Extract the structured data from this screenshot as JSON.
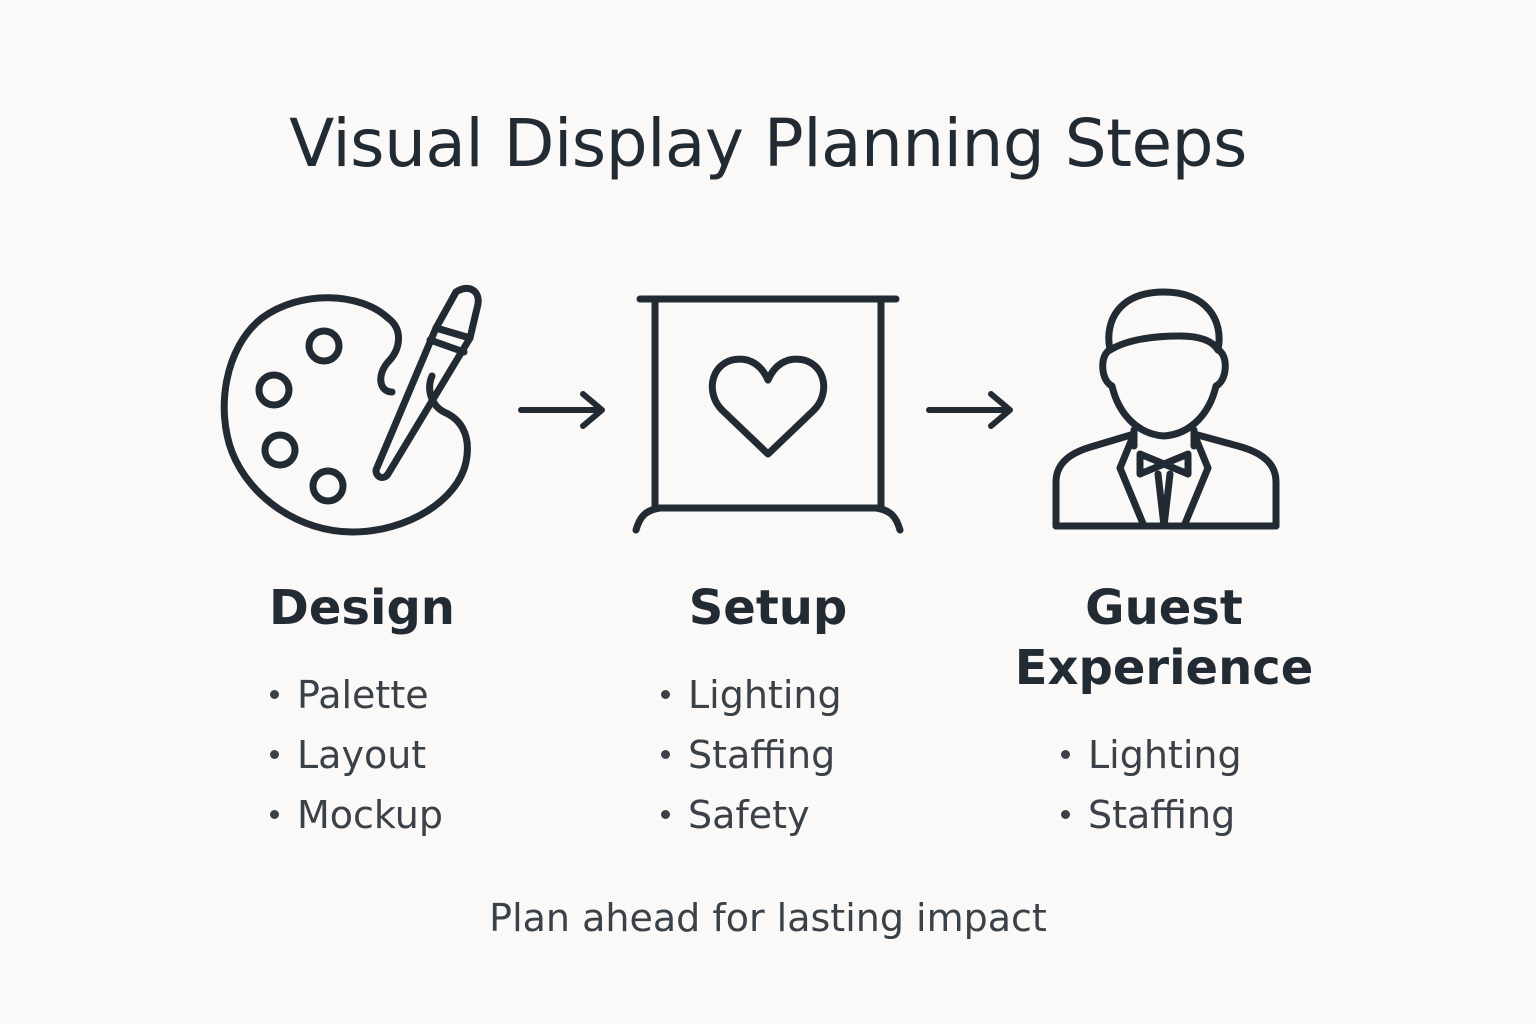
{
  "title": "Visual Display Planning Steps",
  "colors": {
    "background": "#faf9f7",
    "ink": "#222a33",
    "muted_text": "#3a4149"
  },
  "steps": [
    {
      "icon": "palette-brush-icon",
      "title": "Design",
      "items": [
        "Palette",
        "Layout",
        "Mockup"
      ]
    },
    {
      "icon": "backdrop-heart-icon",
      "title": "Setup",
      "items": [
        "Lighting",
        "Staffing",
        "Safety"
      ]
    },
    {
      "icon": "person-suit-icon",
      "title": "Guest Experience",
      "items": [
        "Lighting",
        "Staffing"
      ]
    }
  ],
  "footer": "Plan ahead for lasting impact"
}
